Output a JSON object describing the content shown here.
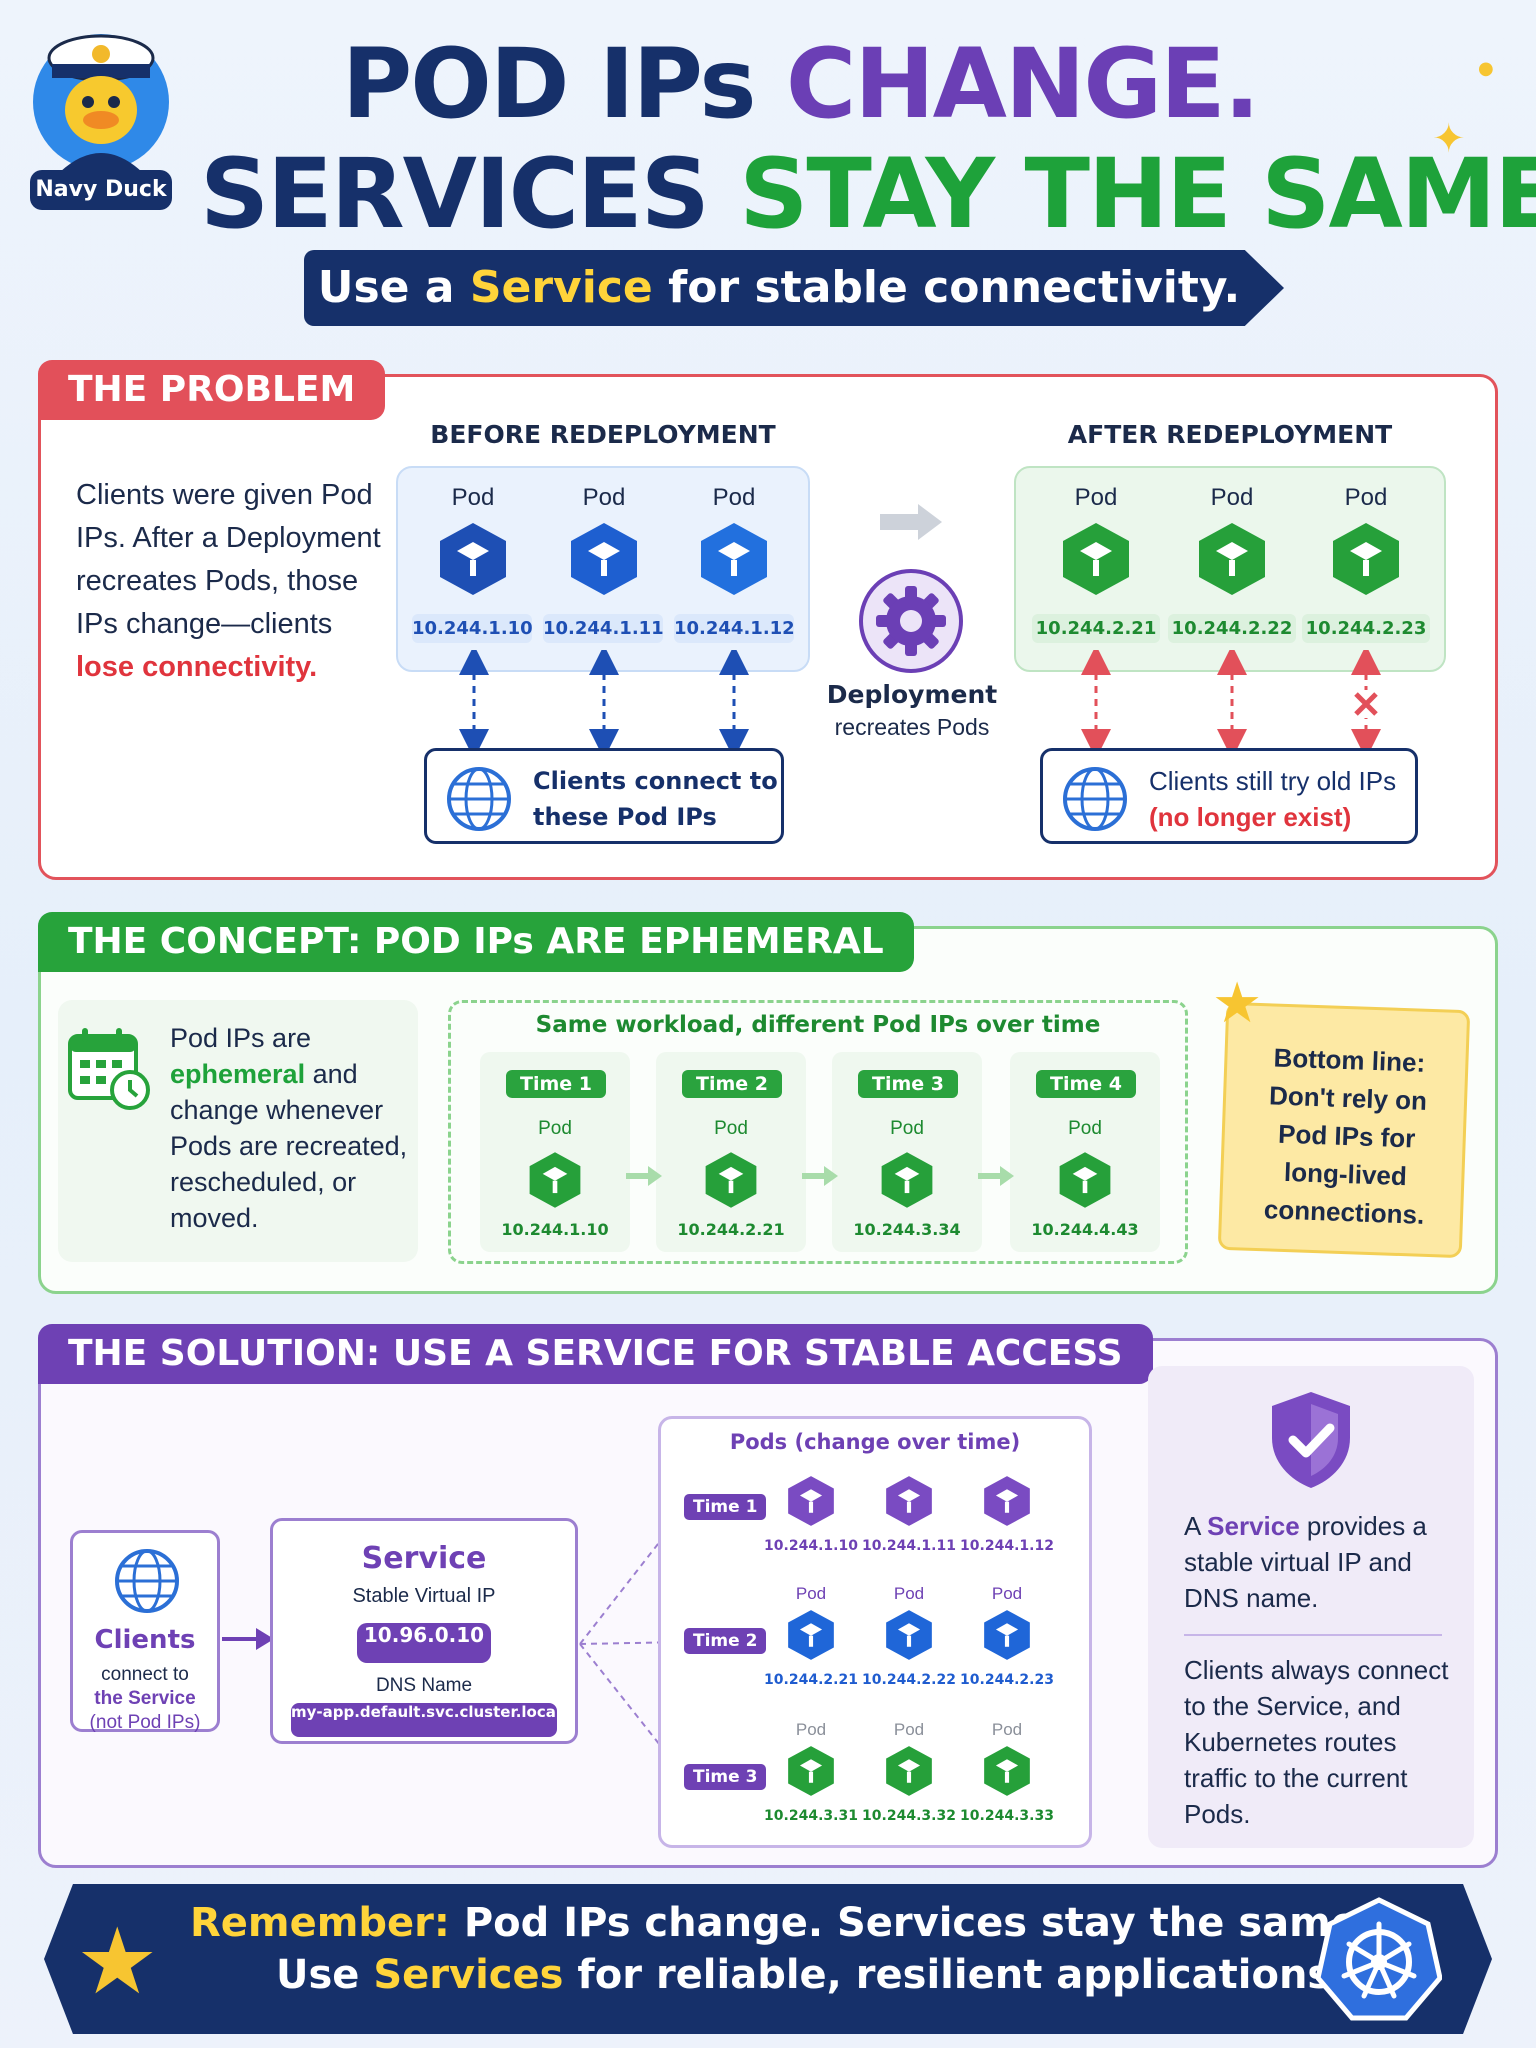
{
  "header": {
    "logo_label": "Navy Duck",
    "title_part1": "POD IPs",
    "title_part2": "CHANGE.",
    "title_part3": "SERVICES",
    "title_part4": "STAY THE SAME!",
    "subtitle_pre": "Use a",
    "subtitle_highlight": "Service",
    "subtitle_post": "for stable connectivity."
  },
  "problem": {
    "tag": "THE PROBLEM",
    "text_part1": "Clients were given Pod IPs. After a Deployment recreates Pods, those IPs change—clients",
    "text_highlight": "lose connectivity.",
    "before_heading": "BEFORE REDEPLOYMENT",
    "after_heading": "AFTER REDEPLOYMENT",
    "pod_label": "Pod",
    "before_ips": [
      "10.244.1.10",
      "10.244.1.11",
      "10.244.1.12"
    ],
    "after_ips": [
      "10.244.2.21",
      "10.244.2.22",
      "10.244.2.23"
    ],
    "deployment_title": "Deployment",
    "deployment_sub": "recreates Pods",
    "client_before_line1": "Clients connect to",
    "client_before_line2": "these Pod IPs",
    "client_after_line1": "Clients still try old IPs",
    "client_after_line2": "(no longer exist)"
  },
  "concept": {
    "tag": "THE CONCEPT: POD IPs ARE EPHEMERAL",
    "text_pre": "Pod IPs are",
    "text_highlight": "ephemeral",
    "text_post": "and change whenever Pods are recreated, rescheduled, or moved.",
    "timeline_heading": "Same workload, different Pod IPs over time",
    "pod_label": "Pod",
    "times": [
      {
        "label": "Time 1",
        "ip": "10.244.1.10"
      },
      {
        "label": "Time 2",
        "ip": "10.244.2.21"
      },
      {
        "label": "Time 3",
        "ip": "10.244.3.34"
      },
      {
        "label": "Time 4",
        "ip": "10.244.4.43"
      }
    ],
    "bottom_line": [
      "Bottom line:",
      "Don't rely on",
      "Pod IPs for",
      "long-lived",
      "connections."
    ]
  },
  "solution": {
    "tag": "THE SOLUTION: USE A SERVICE FOR STABLE ACCESS",
    "clients_title": "Clients",
    "clients_line1": "connect to",
    "clients_line2": "the Service",
    "clients_line3": "(not Pod IPs)",
    "service_title": "Service",
    "service_sub": "Stable Virtual IP",
    "service_ip": "10.96.0.10",
    "dns_label": "DNS Name",
    "dns_name": "my-app.default.svc.cluster.local",
    "pods_heading": "Pods (change over time)",
    "pod_label": "Pod",
    "rows": [
      {
        "label": "Time 1",
        "ips": [
          "10.244.1.10",
          "10.244.1.11",
          "10.244.1.12"
        ]
      },
      {
        "label": "Time 2",
        "ips": [
          "10.244.2.21",
          "10.244.2.22",
          "10.244.2.23"
        ]
      },
      {
        "label": "Time 3",
        "ips": [
          "10.244.3.31",
          "10.244.3.32",
          "10.244.3.33"
        ]
      }
    ],
    "info1_pre": "A",
    "info1_highlight": "Service",
    "info1_post": "provides a stable virtual IP and DNS name.",
    "info2": "Clients always connect to the Service, and Kubernetes routes traffic to the current Pods."
  },
  "remember": {
    "label": "Remember:",
    "line1": "Pod IPs change. Services stay the same.",
    "line2_pre": "Use",
    "line2_highlight": "Services",
    "line2_post": "for reliable, resilient applications!"
  },
  "colors": {
    "navy": "#16306a",
    "red": "#e2505a",
    "green": "#27a33b",
    "purple": "#6e41b4",
    "blue_pod": "#1f5ccf",
    "yellow": "#ffd43a"
  }
}
